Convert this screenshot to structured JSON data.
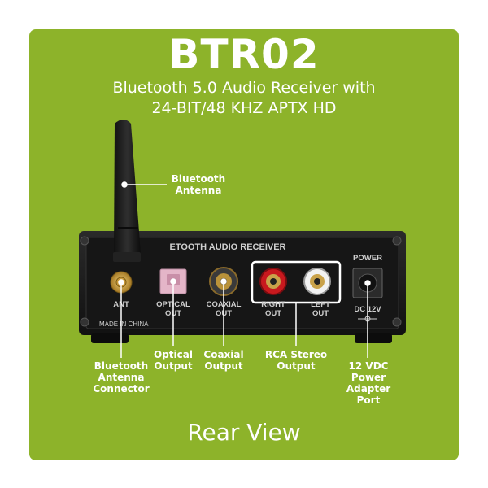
{
  "header": {
    "model": "BTR02",
    "subtitle_line1": "Bluetooth 5.0 Audio Receiver with",
    "subtitle_line2": "24-BIT/48 KHZ APTX HD"
  },
  "device": {
    "panel_text": "ETOOTH AUDIO RECEIVER",
    "port_labels": {
      "ant": "ANT",
      "optical": "OPTICAL\nOUT",
      "coaxial": "COAXIAL\nOUT",
      "right": "RIGHT\nOUT",
      "left": "LEFT\nOUT",
      "power_top": "POWER",
      "power_bottom": "DC 12V"
    },
    "made_in": "MADE IN CHINA"
  },
  "callouts": {
    "antenna": "Bluetooth\nAntenna",
    "antenna_connector": "Bluetooth\nAntenna\nConnector",
    "optical": "Optical\nOutput",
    "coaxial": "Coaxial\nOutput",
    "rca": "RCA Stereo\nOutput",
    "power": "12 VDC\nPower Adapter\nPort"
  },
  "footer": {
    "caption": "Rear View"
  },
  "colors": {
    "panel": "#8db32a",
    "device": "#1b1b1b",
    "rca_red": "#c8191e",
    "optical_pink": "#e4b5c8"
  }
}
